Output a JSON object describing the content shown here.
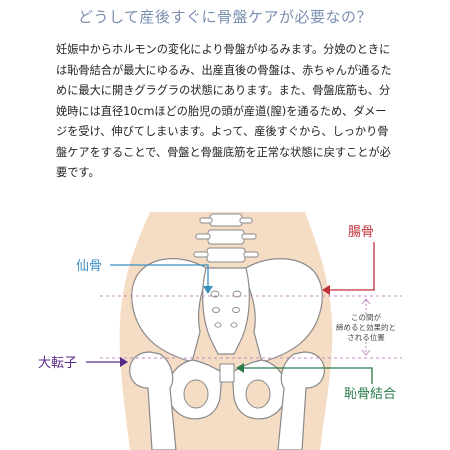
{
  "heading": "どうして産後すぐに骨盤ケアが必要なの？",
  "paragraph": "妊娠中からホルモンの変化により骨盤がゆるみます。分娩のときには恥骨結合が最大にゆるみ、出産直後の骨盤は、赤ちゃんが通るために最大に開きグラグラの状態にあります。また、骨盤底筋も、分娩時には直径10cmほどの胎児の頭が産道(膣)を通るため、ダメージを受け、伸びてしまいます。よって、産後すぐから、しっかり骨盤ケアをすることで、骨盤と骨盤底筋を正常な状態に戻すことが必要です。",
  "diagram": {
    "labels": {
      "sacrum": "仙骨",
      "ilium": "腸骨",
      "trochanter": "大転子",
      "pubic_symphysis": "恥骨結合"
    },
    "note_lines": [
      "この間が",
      "締めると効果的と",
      "される位置"
    ],
    "colors": {
      "skin": "#f5dcc4",
      "bone": "#ffffff",
      "bone_stroke": "#8a8a8a",
      "sacrum_label": "#3a8fc4",
      "ilium_label": "#c0303a",
      "trochanter_label": "#5a2a8a",
      "pubic_label": "#2a7a4a",
      "guide_line": "#c48ac4"
    }
  }
}
